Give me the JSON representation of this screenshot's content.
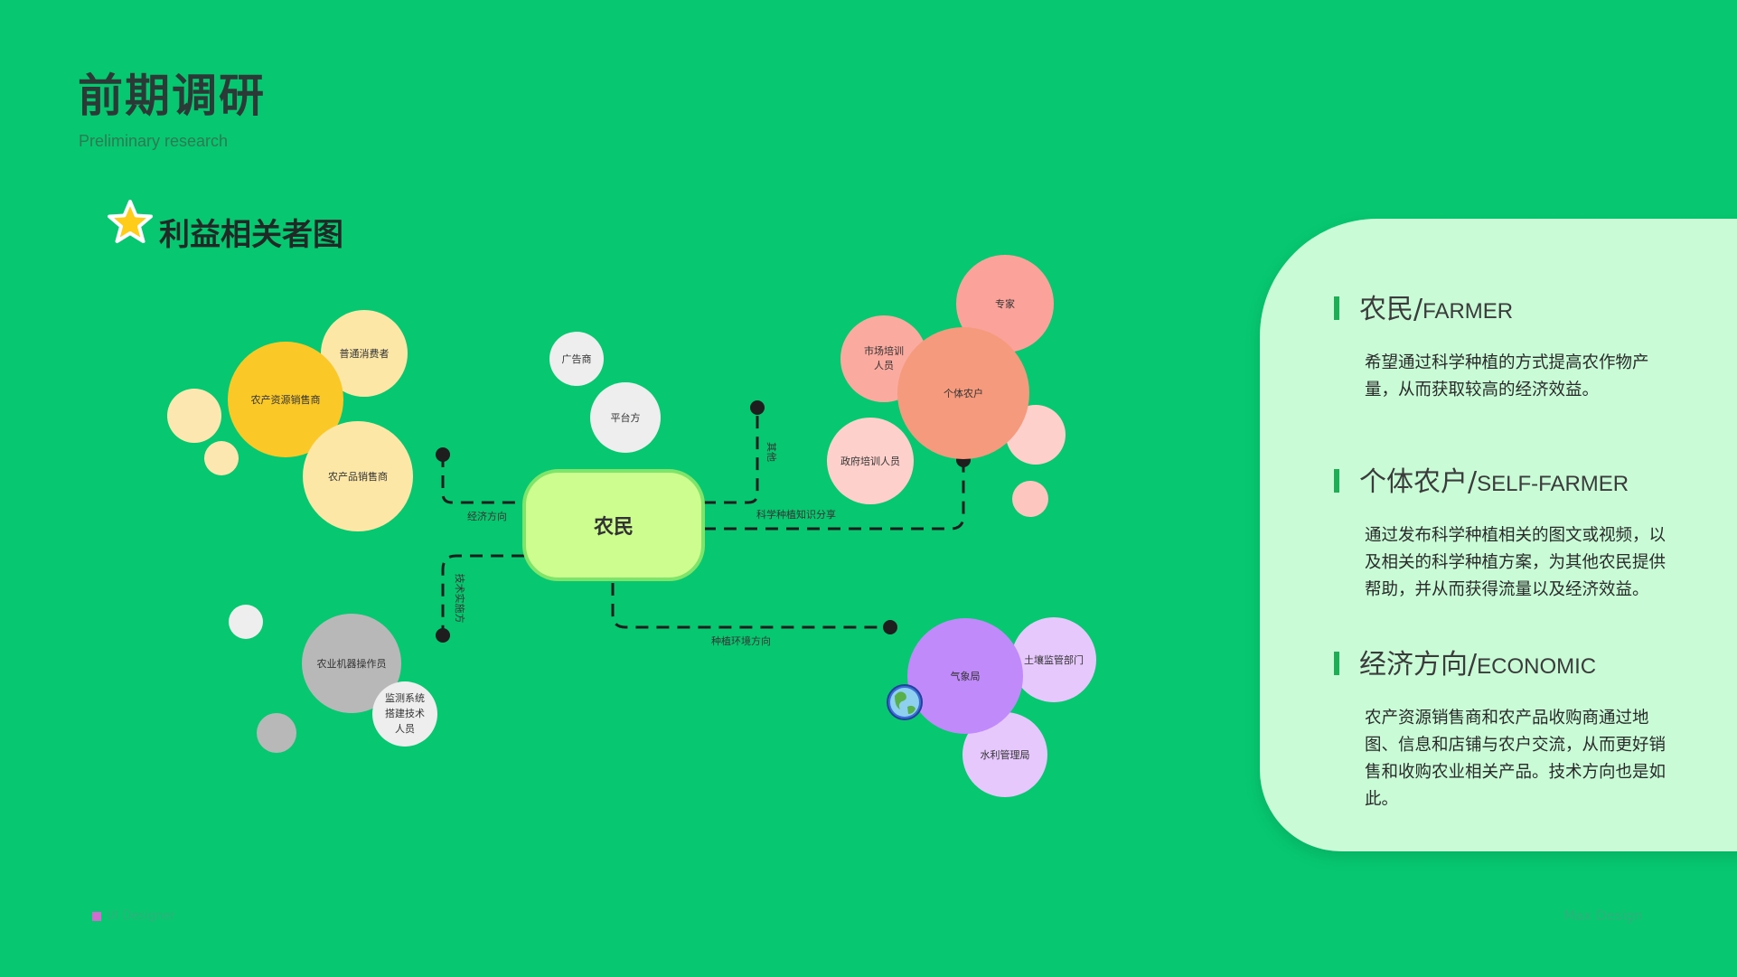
{
  "header": {
    "title": "前期调研",
    "subtitle": "Preliminary research"
  },
  "section": {
    "title": "利益相关者图"
  },
  "diagram": {
    "center": "农民",
    "branches": {
      "economic": "经济方向",
      "tech": "技术实施方",
      "other": "其他",
      "knowledge": "科学种植知识分享",
      "environment": "种植环境方向"
    },
    "nodes": {
      "consumer": "普通消费者",
      "input_seller": "农产资源销售商",
      "product_seller": "农产品销售商",
      "advertiser": "广告商",
      "platform": "平台方",
      "expert": "专家",
      "market_trainer_1": "市场培训",
      "market_trainer_2": "人员",
      "individual_farmer": "个体农户",
      "gov_trainer": "政府培训人员",
      "machine_operator": "农业机器操作员",
      "monitor_1": "监测系统",
      "monitor_2": "搭建技术",
      "monitor_3": "人员",
      "weather": "气象局",
      "soil": "土壤监管部门",
      "water": "水利管理局"
    }
  },
  "panel": {
    "items": [
      {
        "title_cn": "农民/",
        "title_en": "FARMER",
        "desc": "希望通过科学种植的方式提高农作物产量，从而获取较高的经济效益。"
      },
      {
        "title_cn": "个体农户/",
        "title_en": "SELF-FARMER",
        "desc": "通过发布科学种植相关的图文或视频，以及相关的科学种植方案，为其他农民提供帮助，并从而获得流量以及经济效益。"
      },
      {
        "title_cn": "经济方向/",
        "title_en": "ECONOMIC",
        "desc": "农产资源销售商和农产品收购商通过地图、信息和店铺与农户交流，从而更好销售和收购农业相关产品。技术方向也是如此。"
      }
    ]
  },
  "footer": {
    "left": "UI Designer",
    "right": "Max Design"
  },
  "colors": {
    "background": "#07c870",
    "panel": "#c8fbd6",
    "accent_bar": "#1fae55"
  }
}
